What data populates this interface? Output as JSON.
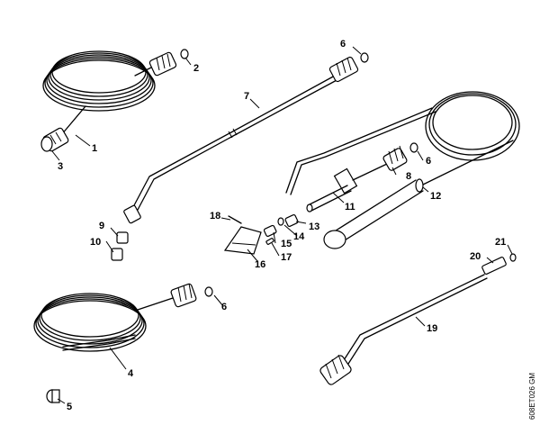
{
  "diagram": {
    "drawing_code": "608ET026 GM",
    "callouts": {
      "c1": "1",
      "c2": "2",
      "c3": "3",
      "c4": "4",
      "c5": "5",
      "c6a": "6",
      "c6b": "6",
      "c6c": "6",
      "c7": "7",
      "c8": "8",
      "c9": "9",
      "c10": "10",
      "c11": "11",
      "c12": "12",
      "c13": "13",
      "c14": "14",
      "c15": "15",
      "c16": "16",
      "c17": "17",
      "c18": "18",
      "c19": "19",
      "c20": "20",
      "c21": "21"
    }
  }
}
